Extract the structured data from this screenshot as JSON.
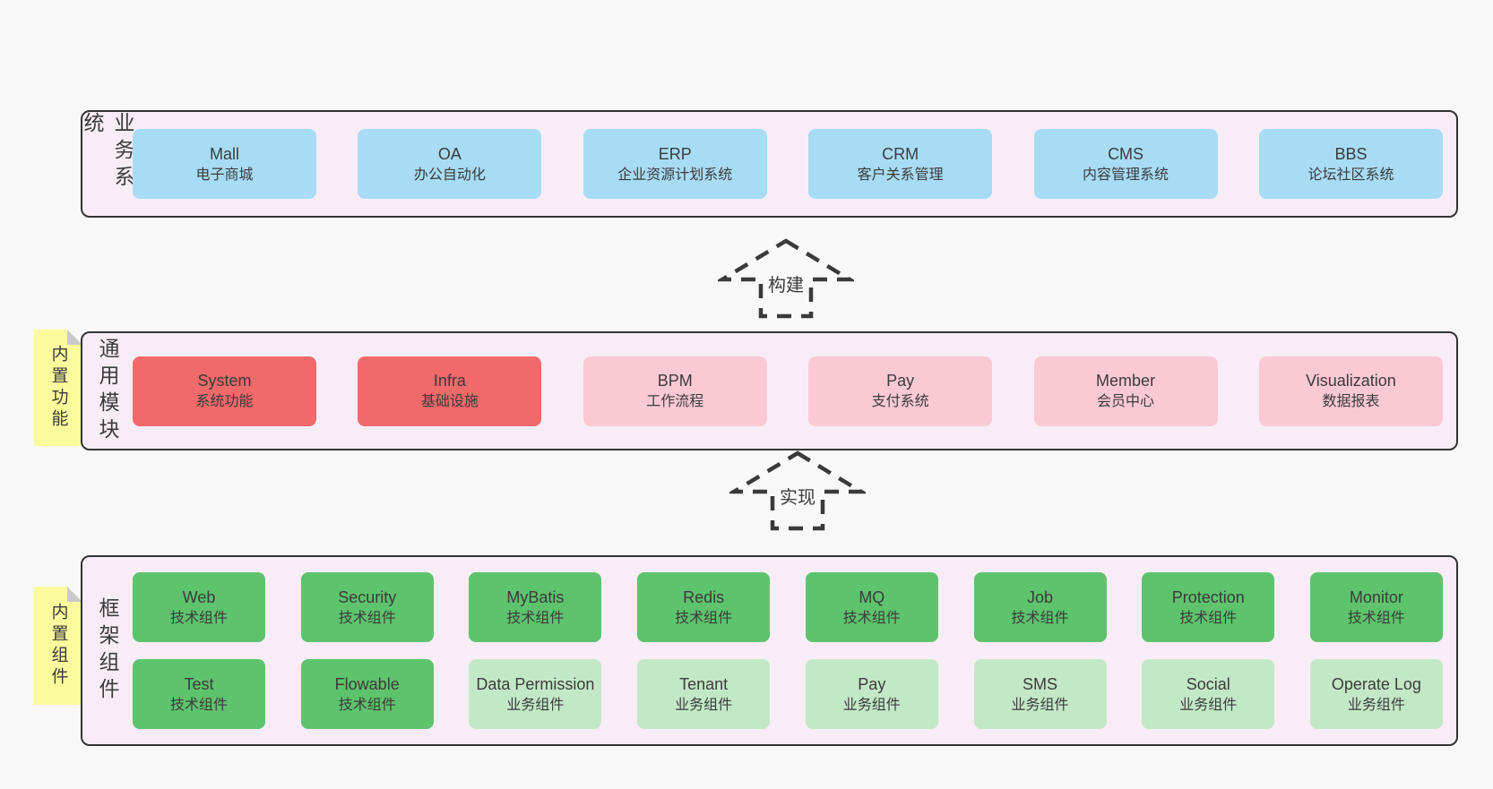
{
  "palette": {
    "page_bg": "#f8f8f8",
    "band_bg": "#f8edf7",
    "band_border": "#333333",
    "node_blue": "#a8dcf5",
    "node_red": "#f16a6a",
    "node_pink": "#fbc9d4",
    "node_green": "#5ec36d",
    "node_green_light": "#c3e8c6",
    "sticky_yellow": "#fbfb9d",
    "sticky_fold_gray": "#c9c9c9",
    "arrow_dash": "#3a3a3a",
    "text": "#3b3b3b"
  },
  "arrows": [
    {
      "label": "构建"
    },
    {
      "label": "实现"
    }
  ],
  "bands": [
    {
      "label": "业务系统",
      "boxes": [
        {
          "en": "Mall",
          "zh": "电子商城"
        },
        {
          "en": "OA",
          "zh": "办公自动化"
        },
        {
          "en": "ERP",
          "zh": "企业资源计划系统"
        },
        {
          "en": "CRM",
          "zh": "客户关系管理"
        },
        {
          "en": "CMS",
          "zh": "内容管理系统"
        },
        {
          "en": "BBS",
          "zh": "论坛社区系统"
        }
      ]
    },
    {
      "label": "通用模块",
      "sticky": "内置功能",
      "boxes": [
        {
          "en": "System",
          "zh": "系统功能"
        },
        {
          "en": "Infra",
          "zh": "基础设施"
        },
        {
          "en": "BPM",
          "zh": "工作流程"
        },
        {
          "en": "Pay",
          "zh": "支付系统"
        },
        {
          "en": "Member",
          "zh": "会员中心"
        },
        {
          "en": "Visualization",
          "zh": "数据报表"
        }
      ]
    },
    {
      "label": "框架组件",
      "sticky": "内置组件",
      "rows": [
        [
          {
            "en": "Web",
            "zh": "技术组件"
          },
          {
            "en": "Security",
            "zh": "技术组件"
          },
          {
            "en": "MyBatis",
            "zh": "技术组件"
          },
          {
            "en": "Redis",
            "zh": "技术组件"
          },
          {
            "en": "MQ",
            "zh": "技术组件"
          },
          {
            "en": "Job",
            "zh": "技术组件"
          },
          {
            "en": "Protection",
            "zh": "技术组件"
          },
          {
            "en": "Monitor",
            "zh": "技术组件"
          }
        ],
        [
          {
            "en": "Test",
            "zh": "技术组件"
          },
          {
            "en": "Flowable",
            "zh": "技术组件"
          },
          {
            "en": "Data Permission",
            "zh": "业务组件"
          },
          {
            "en": "Tenant",
            "zh": "业务组件"
          },
          {
            "en": "Pay",
            "zh": "业务组件"
          },
          {
            "en": "SMS",
            "zh": "业务组件"
          },
          {
            "en": "Social",
            "zh": "业务组件"
          },
          {
            "en": "Operate Log",
            "zh": "业务组件"
          }
        ]
      ]
    }
  ]
}
